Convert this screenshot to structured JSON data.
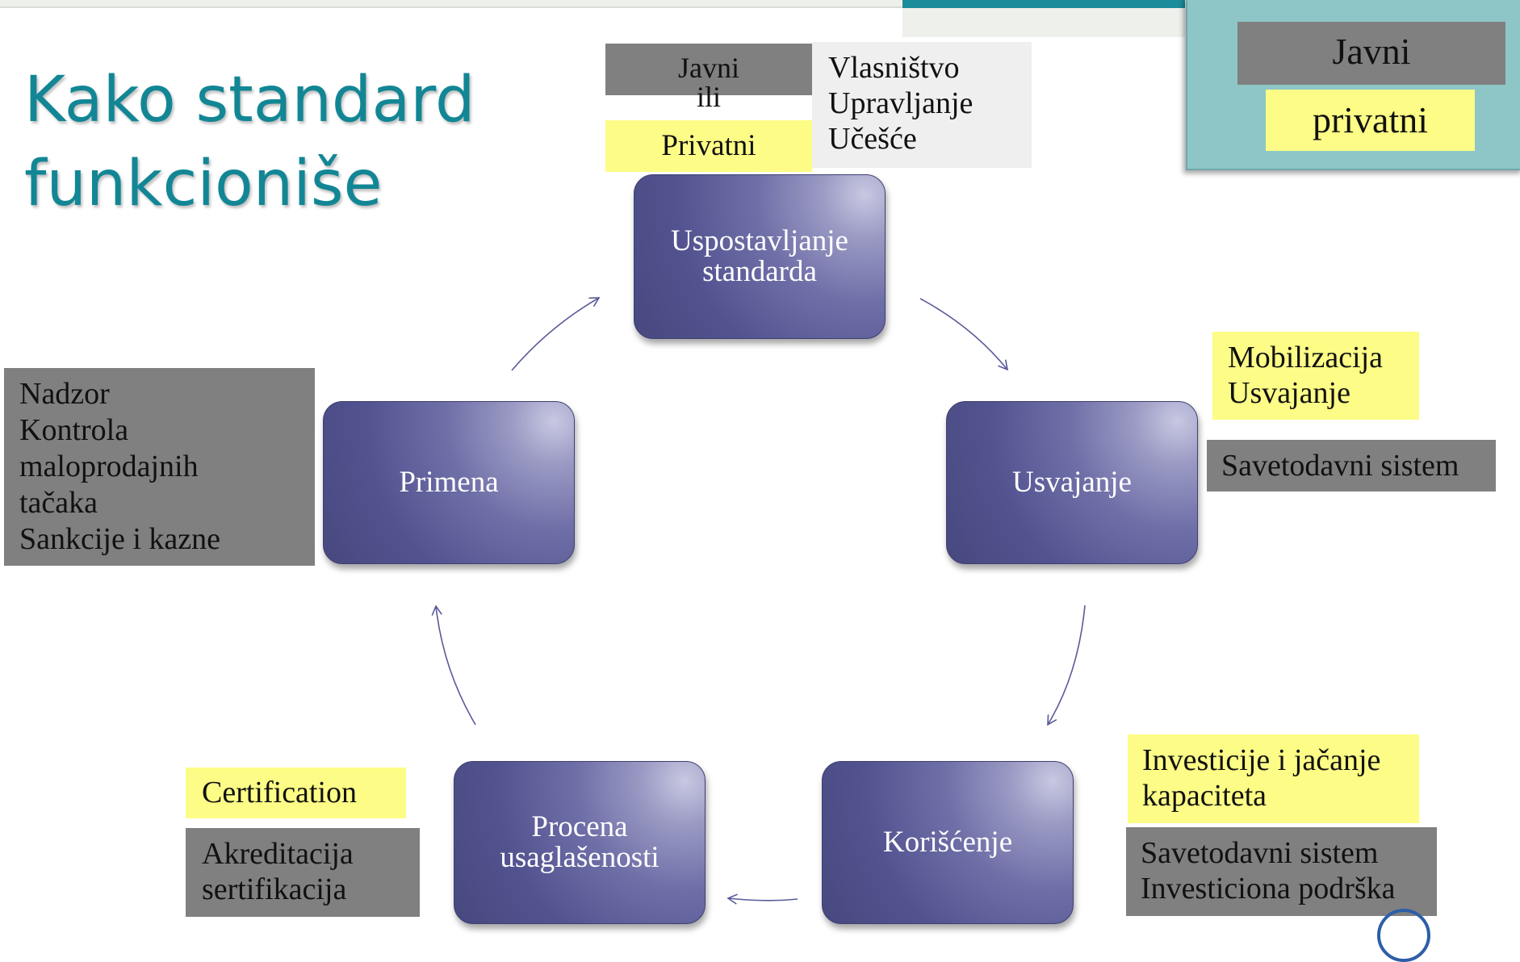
{
  "title": "Kako standard\nfunkcioniše",
  "corner_panel": {
    "top": "Javni",
    "bottom": "privatni"
  },
  "top_left_boxes": {
    "public_or": "Javni\nili",
    "private": "Privatni"
  },
  "top_right_list": [
    "Vlasništvo",
    "Upravljanje",
    "Učešće"
  ],
  "nodes": {
    "establish": [
      "Uspostavljanje",
      "standarda"
    ],
    "adopt": "Usvajanje",
    "use": "Korišćenje",
    "assess": [
      "Procena",
      "usaglašenosti"
    ],
    "apply": "Primena"
  },
  "adopt_notes": {
    "yellow": [
      "Mobilizacija",
      "Usvajanje"
    ],
    "gray": "Savetodavni sistem"
  },
  "use_notes": {
    "yellow": [
      "Investicije i jačanje",
      "kapaciteta"
    ],
    "gray": [
      "Savetodavni sistem",
      "Investiciona podrška"
    ]
  },
  "assess_notes": {
    "yellow": "Certification",
    "gray": [
      "Akreditacija",
      "sertifikacija"
    ]
  },
  "apply_notes": [
    "Nadzor",
    "Kontrola",
    "maloprodajnih",
    "tačaka",
    "Sankcije i kazne"
  ],
  "colors": {
    "accent": "#128695",
    "node": "#525290",
    "yellow": "#fcfc86",
    "gray": "#808080",
    "teal": "#8ec6c8"
  }
}
